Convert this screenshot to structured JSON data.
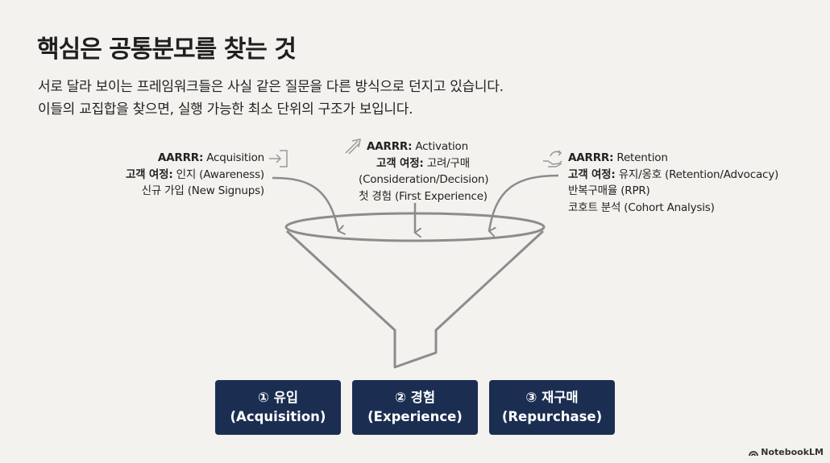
{
  "title": "핵심은 공통분모를 찾는 것",
  "subtitle": [
    "서로 달라 보이는 프레임워크들은 사실 같은 질문을 다른 방식으로 던지고 있습니다.",
    "이들의 교집합을 찾으면, 실행 가능한 최소 단위의 구조가 보입니다."
  ],
  "inputs": {
    "left": {
      "icon": "enter-arrow-icon",
      "aarrr_label": "AARRR:",
      "aarrr_value": "Acquisition",
      "journey_label": "고객 여정:",
      "journey_value": "인지 (Awareness)",
      "metrics": [
        "신규 가입 (New Signups)"
      ]
    },
    "middle": {
      "icon": "up-right-arrow-icon",
      "aarrr_label": "AARRR:",
      "aarrr_value": "Activation",
      "journey_label": "고객 여정:",
      "journey_value": "고려/구매",
      "journey_value2": "(Consideration/Decision)",
      "metrics": [
        "첫 경험 (First Experience)"
      ]
    },
    "right": {
      "icon": "hand-cycle-icon",
      "aarrr_label": "AARRR:",
      "aarrr_value": "Retention",
      "journey_label": "고객 여정:",
      "journey_value": "유지/옹호 (Retention/Advocacy)",
      "metrics": [
        "반복구매율 (RPR)",
        "코호트 분석 (Cohort Analysis)"
      ]
    }
  },
  "stages": [
    {
      "label": "① 유입",
      "sub": "(Acquisition)"
    },
    {
      "label": "② 경험",
      "sub": "(Experience)"
    },
    {
      "label": "③ 재구매",
      "sub": "(Repurchase)"
    }
  ],
  "colors": {
    "navy": "#1b2e52",
    "background": "#f3f2ee",
    "stroke": "#8c8c8c"
  },
  "branding": "NotebookLM"
}
